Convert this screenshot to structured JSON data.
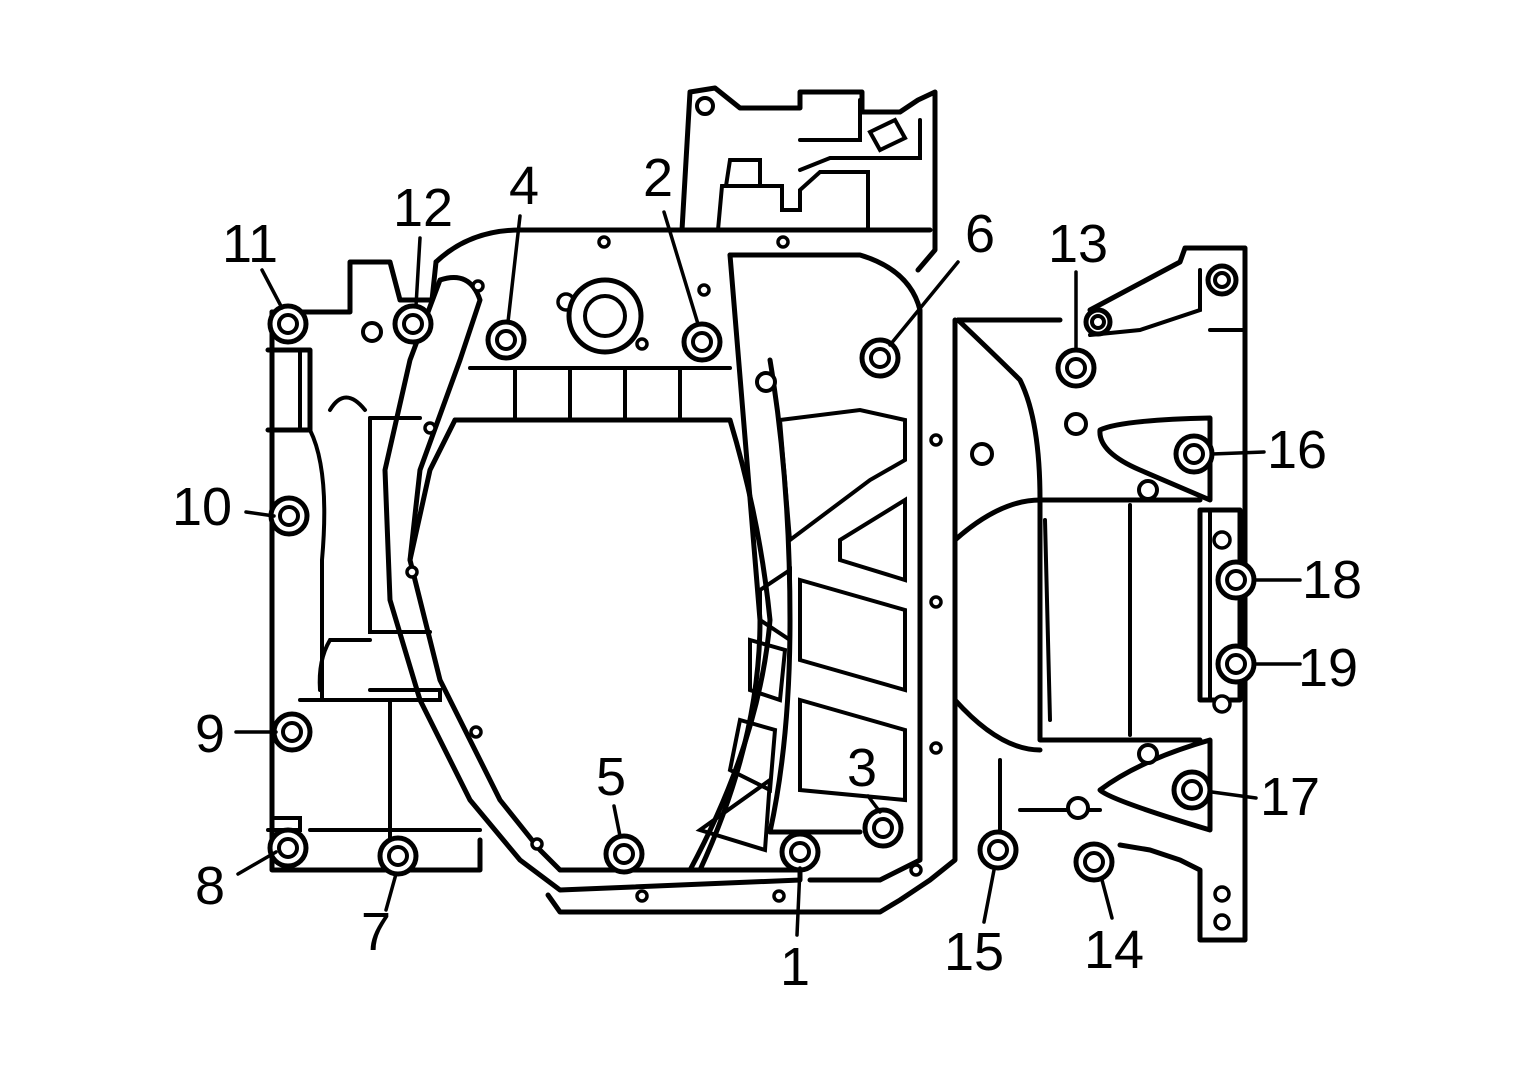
{
  "bolts": [
    {
      "id": "1",
      "label": "1"
    },
    {
      "id": "2",
      "label": "2"
    },
    {
      "id": "3",
      "label": "3"
    },
    {
      "id": "4",
      "label": "4"
    },
    {
      "id": "5",
      "label": "5"
    },
    {
      "id": "6",
      "label": "6"
    },
    {
      "id": "7",
      "label": "7"
    },
    {
      "id": "8",
      "label": "8"
    },
    {
      "id": "9",
      "label": "9"
    },
    {
      "id": "10",
      "label": "10"
    },
    {
      "id": "11",
      "label": "11"
    },
    {
      "id": "12",
      "label": "12"
    },
    {
      "id": "13",
      "label": "13"
    },
    {
      "id": "14",
      "label": "14"
    },
    {
      "id": "15",
      "label": "15"
    },
    {
      "id": "16",
      "label": "16"
    },
    {
      "id": "17",
      "label": "17"
    },
    {
      "id": "18",
      "label": "18"
    },
    {
      "id": "19",
      "label": "19"
    }
  ],
  "colors": {
    "line": "#000000",
    "background": "#ffffff"
  }
}
